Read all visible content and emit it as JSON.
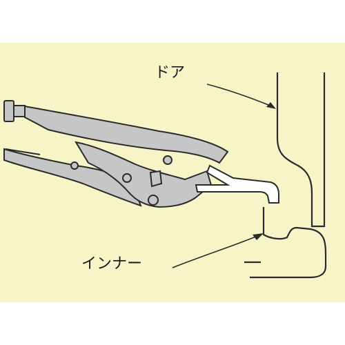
{
  "colors": {
    "background": "#f7f5c8",
    "outer": "#ffffff",
    "line": "#2a2a2a",
    "metal": "#c6c6c6"
  },
  "labels": {
    "door": "ドア",
    "inner": "インナー"
  },
  "icons": [
    "locking-pliers",
    "door-panel",
    "inner-panel",
    "hemming-hook"
  ]
}
